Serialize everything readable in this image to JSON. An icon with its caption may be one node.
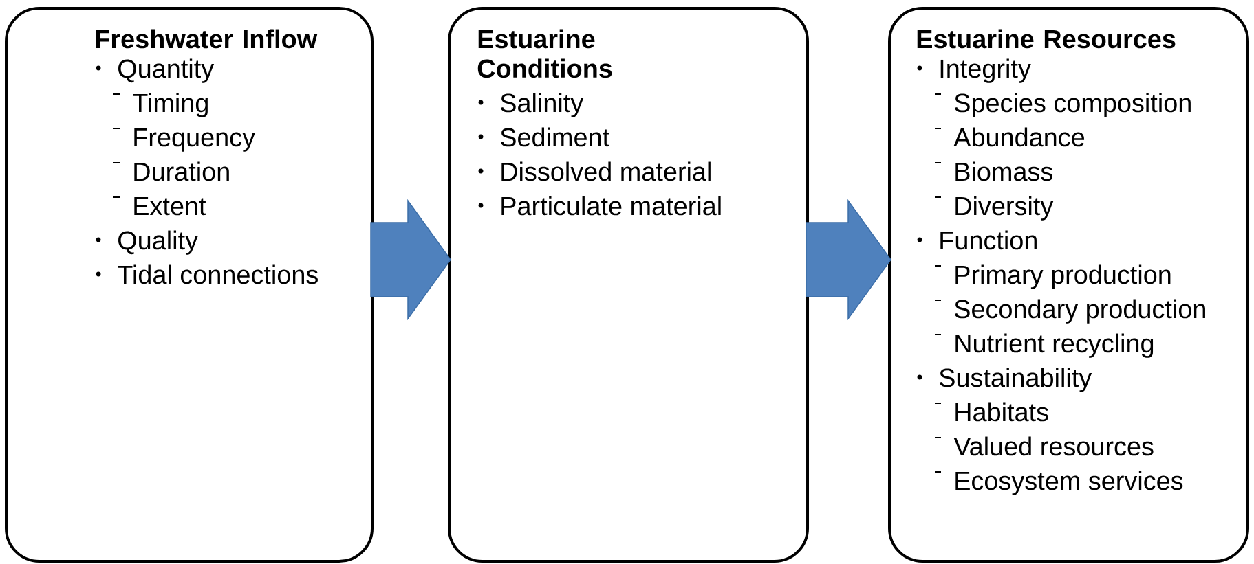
{
  "diagram": {
    "nodes": [
      {
        "text": [
          "Freshwater Inflow",
          "Quantity",
          "Timing",
          "Frequency",
          "Duration",
          "Extent",
          "Quality",
          "Tidal connections"
        ]
      },
      {
        "text": [
          "Estuarine Conditions",
          "Salinity",
          "Sediment",
          "Dissolved material",
          "Particulate material"
        ]
      },
      {
        "text": [
          "Estuarine Resources",
          "Integrity",
          "Species composition",
          "Abundance",
          "Biomass",
          "Diversity",
          "Function",
          "Primary production",
          "Secondary production",
          "Nutrient recycling",
          "Sustainability",
          "Habitats",
          "Valued resources",
          "Ecosystem services"
        ]
      }
    ],
    "edges": [
      {
        "from": 0,
        "to": 1,
        "arrow": "to"
      },
      {
        "from": 1,
        "to": 2,
        "arrow": "to"
      }
    ]
  }
}
